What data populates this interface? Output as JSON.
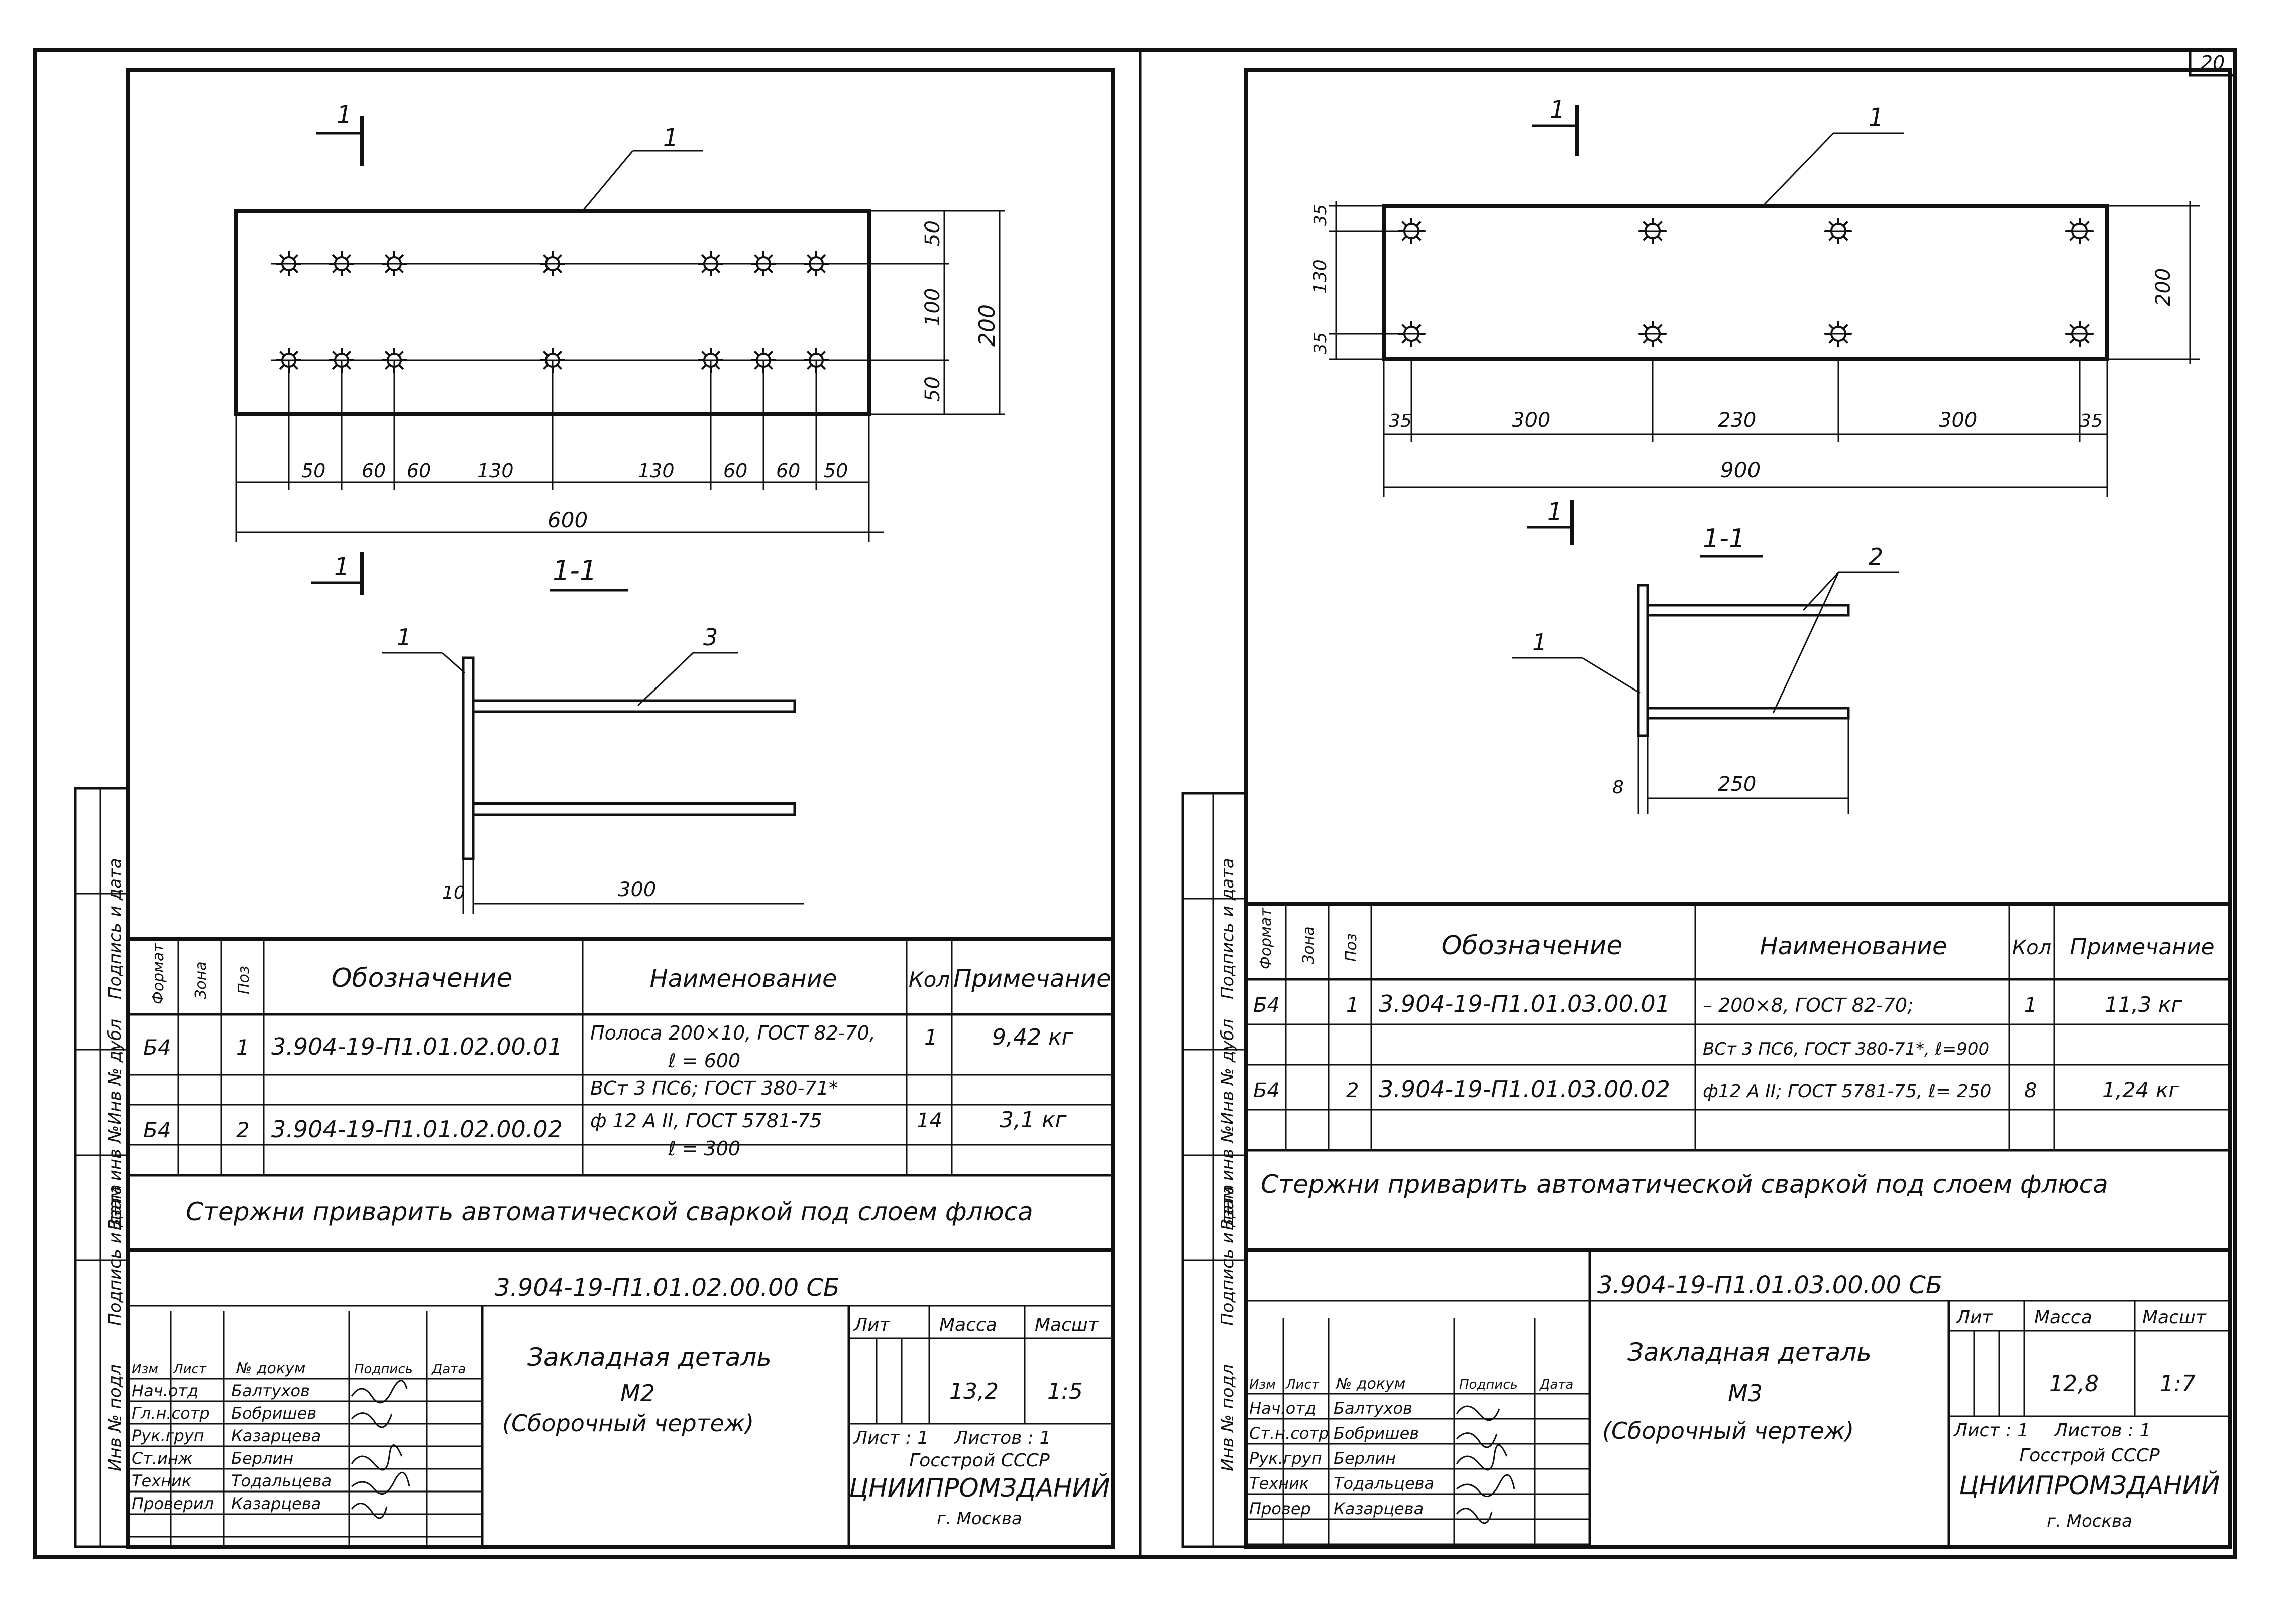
{
  "page_number": "20",
  "left_sheet": {
    "section_mark": "1",
    "section_title": "1-1",
    "callouts": {
      "plate": "1",
      "bar": "3"
    },
    "dims_horizontal": [
      "50",
      "60",
      "60",
      "130",
      "130",
      "60",
      "60",
      "50"
    ],
    "dims_total": "600",
    "dims_vertical": [
      "50",
      "100",
      "50"
    ],
    "dims_height": "200",
    "section_dims": {
      "thickness": "10",
      "length": "300"
    },
    "spec_headers": [
      "Формат",
      "Зона",
      "Поз",
      "Обозначение",
      "Наименование",
      "Кол",
      "Примечание"
    ],
    "spec_rows": [
      {
        "format": "Б4",
        "pos": "1",
        "designation": "3.904-19-П1.01.02.00.01",
        "name_line1": "Полоса 200×10, ГОСТ 82-70,",
        "name_line2": "ℓ = 600",
        "name_line3": "ВСт 3 ПС6; ГОСТ 380-71*",
        "qty": "1",
        "note": "9,42 кг"
      },
      {
        "format": "Б4",
        "pos": "2",
        "designation": "3.904-19-П1.01.02.00.02",
        "name_line1": "ф 12 А II, ГОСТ 5781-75",
        "name_line2": "ℓ = 300",
        "qty": "14",
        "note": "3,1 кг"
      }
    ],
    "weld_note": "Стержни приварить автоматической сваркой под слоем флюса",
    "doc_code": "3.904-19-П1.01.02.00.00 СБ",
    "title1": "Закладная деталь",
    "title2": "М2",
    "title3": "(Сборочный чертеж)",
    "hdr_lit": "Лит",
    "hdr_mass": "Масса",
    "hdr_scale": "Масшт",
    "mass": "13,2",
    "scale": "1:5",
    "sheet": "Лист : 1",
    "sheets": "Листов : 1",
    "org1": "Госстрой СССР",
    "org2": "ЦНИИПРОМЗДАНИЙ",
    "org3": "г. Москва",
    "stamp_headers": [
      "Изм",
      "Лист",
      "№ докум",
      "Подпись",
      "Дата"
    ],
    "staff": [
      {
        "role": "Нач.отд",
        "name": "Балтухов"
      },
      {
        "role": "Гл.н.сотр",
        "name": "Бобришев"
      },
      {
        "role": "Рук.груп",
        "name": "Казарцева"
      },
      {
        "role": "Ст.инж",
        "name": "Берлин"
      },
      {
        "role": "Техник",
        "name": "Тодальцева"
      },
      {
        "role": "Проверил",
        "name": "Казарцева"
      }
    ],
    "side_labels": [
      "Инв № подл",
      "Подпись и дата",
      "Взам инв №",
      "Инв № дубл",
      "Подпись и дата"
    ]
  },
  "right_sheet": {
    "section_mark": "1",
    "section_title": "1-1",
    "callouts": {
      "plate": "1",
      "bars": "2"
    },
    "dims_horizontal": [
      "35",
      "300",
      "230",
      "300",
      "35"
    ],
    "dims_total": "900",
    "dims_vertical": [
      "35",
      "130",
      "35"
    ],
    "dims_height": "200",
    "section_dims": {
      "thickness": "8",
      "length": "250"
    },
    "spec_headers": [
      "Формат",
      "Зона",
      "Поз",
      "Обозначение",
      "Наименование",
      "Кол",
      "Примечание"
    ],
    "spec_rows": [
      {
        "format": "Б4",
        "pos": "1",
        "designation": "3.904-19-П1.01.03.00.01",
        "name_line1": "– 200×8, ГОСТ 82-70;",
        "name_line2": "ВСт 3 ПС6, ГОСТ 380-71*, ℓ=900",
        "qty": "1",
        "note": "11,3 кг"
      },
      {
        "format": "Б4",
        "pos": "2",
        "designation": "3.904-19-П1.01.03.00.02",
        "name_line1": "ф12 А II; ГОСТ 5781-75, ℓ= 250",
        "qty": "8",
        "note": "1,24 кг"
      }
    ],
    "weld_note": "Стержни приварить автоматической сваркой под слоем флюса",
    "doc_code": "3.904-19-П1.01.03.00.00 СБ",
    "title1": "Закладная деталь",
    "title2": "М3",
    "title3": "(Сборочный чертеж)",
    "hdr_lit": "Лит",
    "hdr_mass": "Масса",
    "hdr_scale": "Масшт",
    "mass": "12,8",
    "scale": "1:7",
    "sheet": "Лист : 1",
    "sheets": "Листов : 1",
    "org1": "Госстрой СССР",
    "org2": "ЦНИИПРОМЗДАНИЙ",
    "org3": "г. Москва",
    "stamp_headers": [
      "Изм",
      "Лист",
      "№ докум",
      "Подпись",
      "Дата"
    ],
    "staff": [
      {
        "role": "Нач.отд",
        "name": "Балтухов"
      },
      {
        "role": "Ст.н.сотр",
        "name": "Бобришев"
      },
      {
        "role": "Рук.груп",
        "name": "Берлин"
      },
      {
        "role": "Техник",
        "name": "Тодальцева"
      },
      {
        "role": "Провер",
        "name": "Казарцева"
      }
    ],
    "side_labels": [
      "Инв № подл",
      "Подпись и дата",
      "Взам инв №",
      "Инв № дубл",
      "Подпись и дата"
    ]
  }
}
